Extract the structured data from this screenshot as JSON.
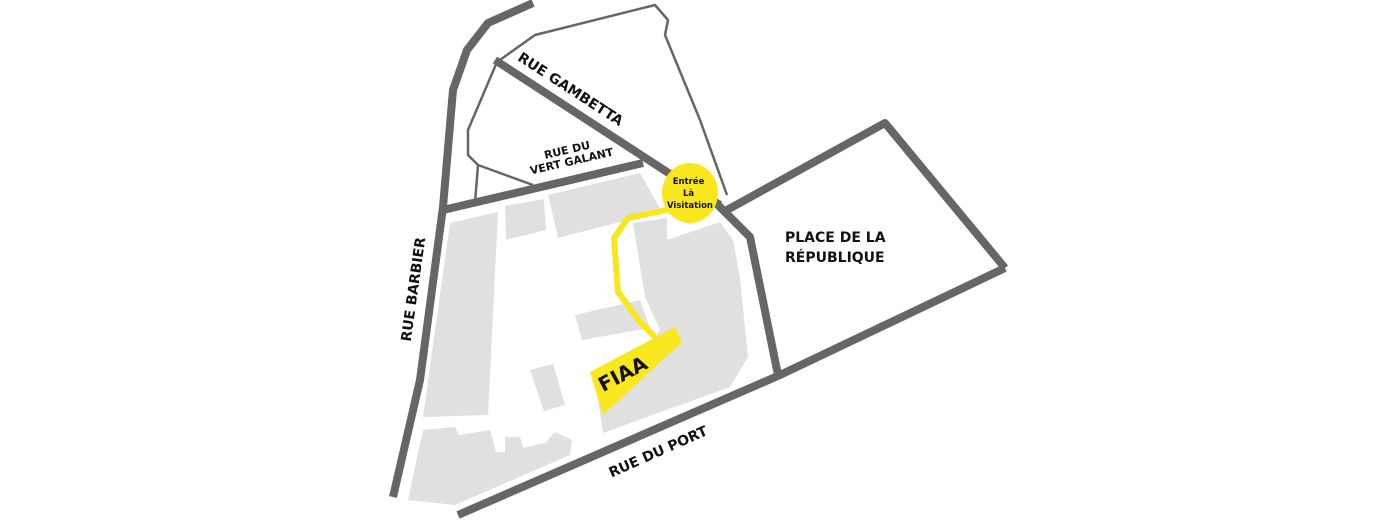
{
  "map": {
    "streets": {
      "gambetta": "RUE GAMBETTA",
      "vert_galant_1": "RUE DU",
      "vert_galant_2": "VERT GALANT",
      "barbier": "RUE BARBIER",
      "port": "RUE DU PORT"
    },
    "place": {
      "line1": "PLACE DE LA",
      "line2": "RÉPUBLIQUE"
    },
    "entrance": {
      "line1": "Entrée",
      "line2": "Là",
      "line3": "Visitation"
    },
    "destination": "FIAA",
    "colors": {
      "street": "#666666",
      "building": "#e0e0e0",
      "highlight": "#f9e71e"
    }
  }
}
